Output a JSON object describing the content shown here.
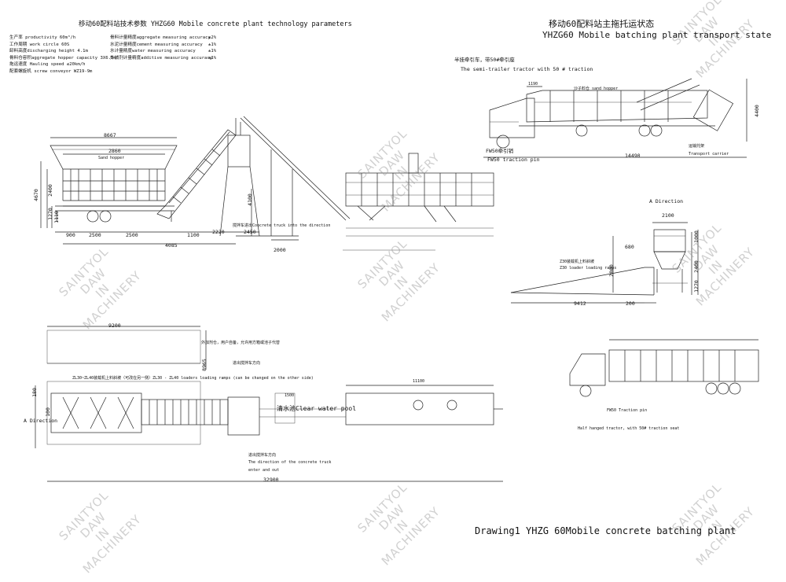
{
  "title_main": "移动60配料站技术参数 YHZG60 Mobile concrete plant technology parameters",
  "params": [
    [
      "生产率 productivity  60m³/h",
      "骨料计量精度aggregate measuring accuracy",
      "±2%"
    ],
    [
      "工作周期 work circle   60S",
      "水泥计量精度cement measuring accuracy",
      "±1%"
    ],
    [
      "卸料高度discharging height 4.1m",
      "水计量精度water measuring accuracy",
      "±1%"
    ],
    [
      "骨料仓容积aggregate hopper capacity 3X6.5m³",
      "外加剂计量精度additive measuring accuracy",
      "±1%"
    ],
    [
      "拖运速度  Hauling speed   ≤20km/h",
      "",
      ""
    ],
    [
      "配套螺旋机 screw conveyor   WZ19-9m",
      "",
      ""
    ]
  ],
  "transport_title_cn": "移动60配料站主拖托运状态",
  "transport_title_en": "YHZG60 Mobile batching plant transport state",
  "transport_labels": {
    "tractor_cn": "半挂牵引车，带50#牵引座",
    "tractor_en": "The semi-trailer tractor with 50 # traction",
    "sand_hopper": "沙子料仓 sand hopper",
    "fw50_cn": "FW50牵引销",
    "fw50_en": "FW50 traction pin",
    "carrier_cn": "运输托架",
    "carrier_en": "Transport carrier",
    "dim_1190": "1190",
    "dim_14490": "14490",
    "dim_4400": "4400"
  },
  "elevation_labels": {
    "dim_8667": "8667",
    "dim_2860": "2860",
    "sand_hopper": "Sand hopper",
    "dim_4670": "4670",
    "dim_2400": "2400",
    "dim_1270": "1270",
    "dim_1110": "1110",
    "dim_900": "900",
    "dim_2500a": "2500",
    "dim_2500b": "2500",
    "dim_1100": "1100",
    "dim_2220": "2220",
    "dim_2450": "2450",
    "dim_4085": "4085",
    "dim_4100": "4100",
    "dim_2000": "2000",
    "truck_label": "搅拌车进出Concrete truck into the direction"
  },
  "a_direction": {
    "title": "A Direction",
    "dim_2100": "2100",
    "dim_1000": "1000",
    "dim_680": "680",
    "dim_2400": "2400",
    "dim_2800": "2800",
    "dim_1270": "1270",
    "dim_9412": "9412",
    "dim_200": "200",
    "ramp_cn": "Z30装载机上料斜坡",
    "ramp_en": "Z30 loader loading ramps"
  },
  "plan_labels": {
    "dim_9200": "9200",
    "dim_8965": "8965",
    "dim_180": "180",
    "dim_100": "100",
    "dim_32900": "32900",
    "dim_11100": "11100",
    "dim_1500": "1500",
    "a_direction": "A Direction",
    "foundation_note": "外加剂仓，用户自备，允许用方箱或池子代替",
    "truck_dir_cn": "进出搅拌车方向",
    "ramps_note": "ZL30~ZL40装载机上料斜坡（可改在另一侧）ZL30 - ZL40 loaders loading ramps (can be changed on the other side)",
    "water_pool": "清水池Clear water pool",
    "truck_dir_cn2": "进出搅拌车方向",
    "truck_dir_en1": "The direction of the concrete truck",
    "truck_dir_en2": "enter and out"
  },
  "half_trailer": {
    "fw50": "FW50 Traction pin",
    "tractor": "Half hanged tractor, with 50# traction seat"
  },
  "bottom_title": "Drawing1 YHZG 60Mobile concrete batching plant",
  "watermark_line1": "SAINTYOL DAW",
  "watermark_line2": "IN MACHINERY"
}
